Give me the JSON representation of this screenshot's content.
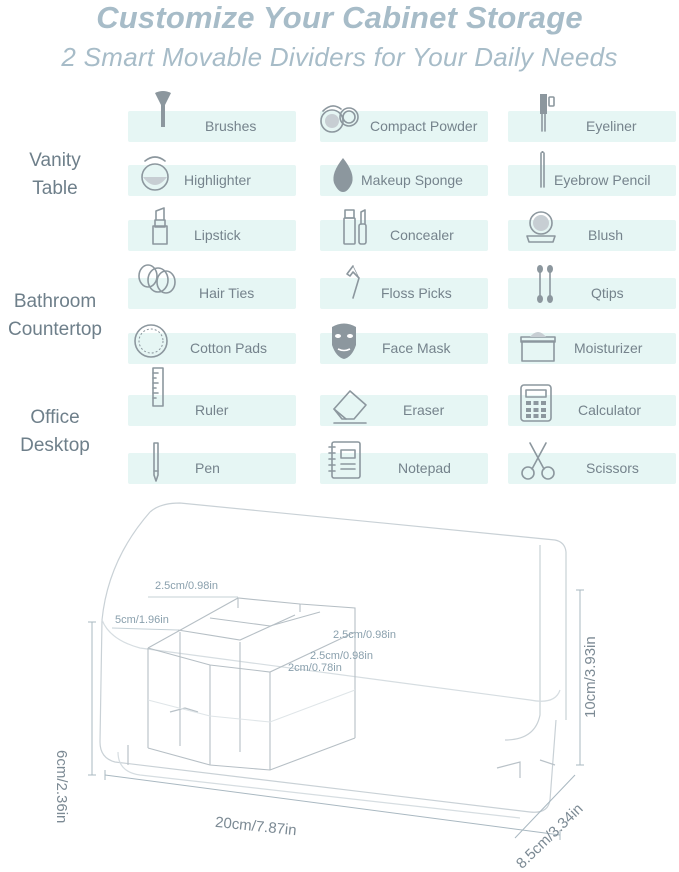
{
  "title": "Customize Your Cabinet Storage",
  "subtitle": "2 Smart Movable Dividers for Your Daily Needs",
  "categories": {
    "vanity": [
      "Vanity",
      "Table"
    ],
    "bathroom": [
      "Bathroom",
      "Countertop"
    ],
    "office": [
      "Office",
      "Desktop"
    ]
  },
  "items": [
    {
      "label": "Brushes",
      "icon": "makeup-brush-icon"
    },
    {
      "label": "Compact Powder",
      "icon": "compact-powder-icon"
    },
    {
      "label": "Eyeliner",
      "icon": "eyeliner-icon"
    },
    {
      "label": "Highlighter",
      "icon": "highlighter-icon"
    },
    {
      "label": "Makeup Sponge",
      "icon": "makeup-sponge-icon"
    },
    {
      "label": "Eyebrow Pencil",
      "icon": "eyebrow-pencil-icon"
    },
    {
      "label": "Lipstick",
      "icon": "lipstick-icon"
    },
    {
      "label": "Concealer",
      "icon": "concealer-icon"
    },
    {
      "label": "Blush",
      "icon": "blush-icon"
    },
    {
      "label": "Hair Ties",
      "icon": "hair-ties-icon"
    },
    {
      "label": "Floss Picks",
      "icon": "floss-pick-icon"
    },
    {
      "label": "Qtips",
      "icon": "qtips-icon"
    },
    {
      "label": "Cotton Pads",
      "icon": "cotton-pad-icon"
    },
    {
      "label": "Face Mask",
      "icon": "face-mask-icon"
    },
    {
      "label": "Moisturizer",
      "icon": "moisturizer-jar-icon"
    },
    {
      "label": "Ruler",
      "icon": "ruler-icon"
    },
    {
      "label": "Eraser",
      "icon": "eraser-icon"
    },
    {
      "label": "Calculator",
      "icon": "calculator-icon"
    },
    {
      "label": "Pen",
      "icon": "pen-icon"
    },
    {
      "label": "Notepad",
      "icon": "notepad-icon"
    },
    {
      "label": "Scissors",
      "icon": "scissors-icon"
    }
  ],
  "dimensions": {
    "width": "20cm/7.87in",
    "depth": "8.5cm/3.34in",
    "height_back": "10cm/3.93in",
    "height_front": "6cm/2.36in",
    "compartment_width_top": "2.5cm/0.98in",
    "compartment_depth": "5cm/1.96in",
    "compartment_width_right": "2.5cm/0.98in",
    "compartment_width_mid": "2.5cm/0.98in",
    "compartment_small": "2cm/0.78in"
  },
  "colors": {
    "title": "#a7bcc8",
    "pill": "#e6f6f4",
    "icon": "#8c979e",
    "text": "#75838c"
  }
}
